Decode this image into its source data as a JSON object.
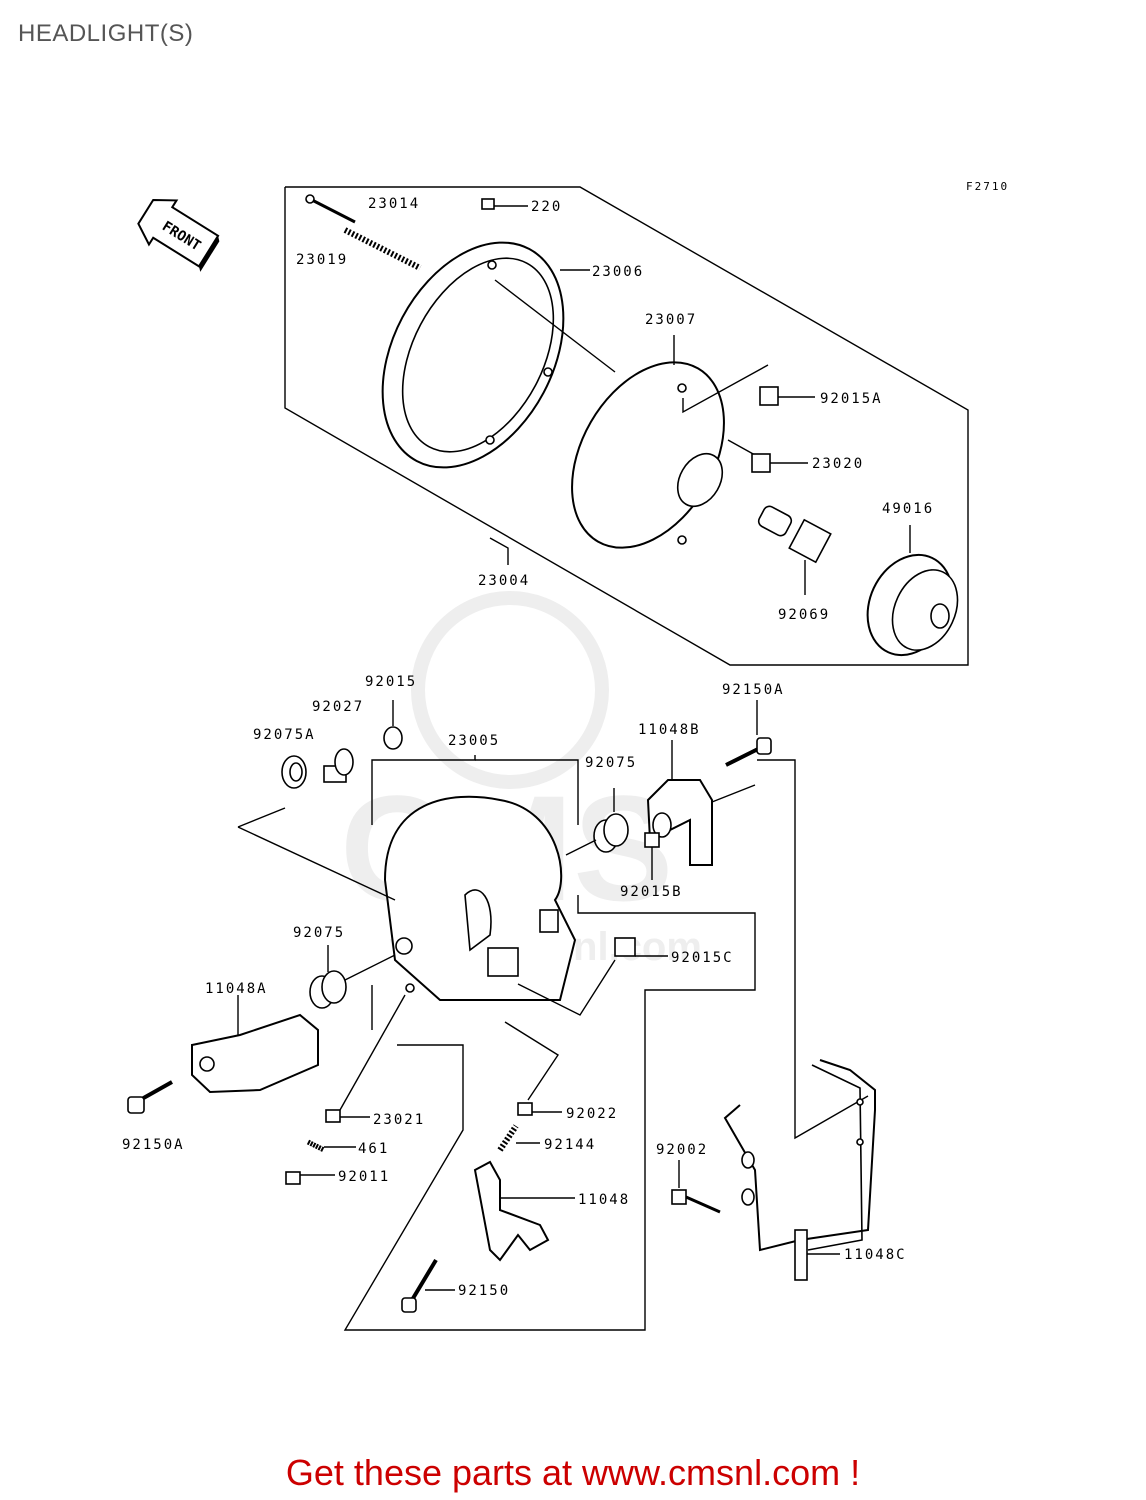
{
  "header": {
    "title": "HEADLIGHT(S)"
  },
  "figure": {
    "code": "F2710",
    "front_label": "FRONT"
  },
  "watermark": {
    "letters": "CMS",
    "url": "www.cmsnl.com"
  },
  "parts": [
    {
      "id": "p23019",
      "label": "23019"
    },
    {
      "id": "p23014",
      "label": "23014"
    },
    {
      "id": "p220",
      "label": "220"
    },
    {
      "id": "p23006",
      "label": "23006"
    },
    {
      "id": "p23007",
      "label": "23007"
    },
    {
      "id": "p92015A",
      "label": "92015A"
    },
    {
      "id": "p23020",
      "label": "23020"
    },
    {
      "id": "p49016",
      "label": "49016"
    },
    {
      "id": "p23004",
      "label": "23004"
    },
    {
      "id": "p92069",
      "label": "92069"
    },
    {
      "id": "p92015",
      "label": "92015"
    },
    {
      "id": "p92027",
      "label": "92027"
    },
    {
      "id": "p92075A",
      "label": "92075A"
    },
    {
      "id": "p23005",
      "label": "23005"
    },
    {
      "id": "p92075a",
      "label": "92075"
    },
    {
      "id": "p11048B",
      "label": "11048B"
    },
    {
      "id": "p92150A_top",
      "label": "92150A"
    },
    {
      "id": "p92015B",
      "label": "92015B"
    },
    {
      "id": "p92075b",
      "label": "92075"
    },
    {
      "id": "p92015C",
      "label": "92015C"
    },
    {
      "id": "p11048A",
      "label": "11048A"
    },
    {
      "id": "p92150A_bot",
      "label": "92150A"
    },
    {
      "id": "p23021",
      "label": "23021"
    },
    {
      "id": "p461",
      "label": "461"
    },
    {
      "id": "p92011",
      "label": "92011"
    },
    {
      "id": "p92022",
      "label": "92022"
    },
    {
      "id": "p92144",
      "label": "92144"
    },
    {
      "id": "p11048",
      "label": "11048"
    },
    {
      "id": "p92150",
      "label": "92150"
    },
    {
      "id": "p92002",
      "label": "92002"
    },
    {
      "id": "p11048C",
      "label": "11048C"
    }
  ],
  "footer": {
    "link_text": "Get these parts at www.cmsnl.com !",
    "color": "#cc0000"
  }
}
